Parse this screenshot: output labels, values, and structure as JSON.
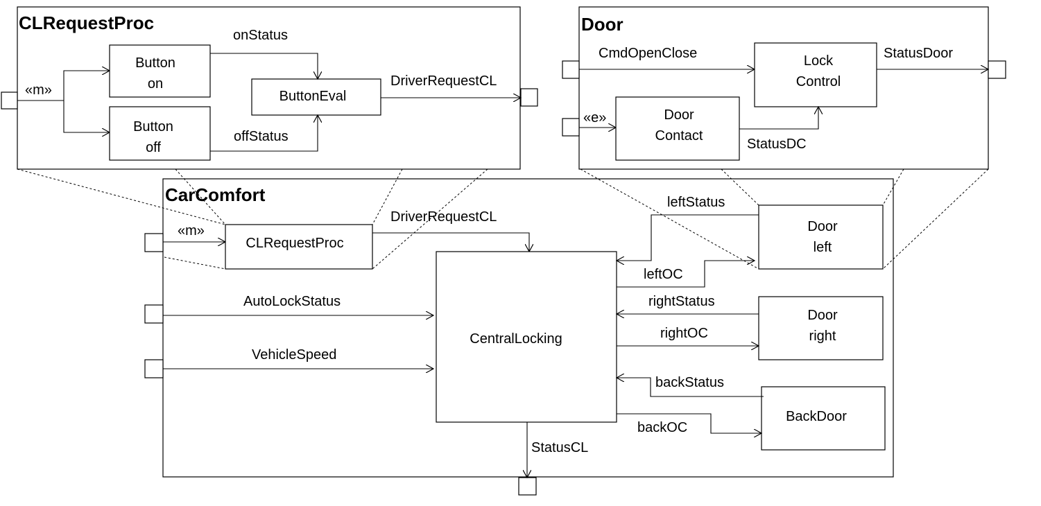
{
  "modules": {
    "clrequestproc": {
      "title": "CLRequestProc",
      "stereotype": "«m»",
      "button_on": [
        "Button",
        "on"
      ],
      "button_off": [
        "Button",
        "off"
      ],
      "button_eval": "ButtonEval",
      "on_status": "onStatus",
      "off_status": "offStatus",
      "output": "DriverRequestCL"
    },
    "door": {
      "title": "Door",
      "stereotype": "«e»",
      "cmd": "CmdOpenClose",
      "lock_control": [
        "Lock",
        "Control"
      ],
      "door_contact": [
        "Door",
        "Contact"
      ],
      "status_dc": "StatusDC",
      "status_door": "StatusDoor"
    },
    "carcomfort": {
      "title": "CarComfort",
      "stereotype": "«m»",
      "clrequestproc": "CLRequestProc",
      "driver_request": "DriverRequestCL",
      "central_locking": "CentralLocking",
      "auto_lock_status": "AutoLockStatus",
      "vehicle_speed": "VehicleSpeed",
      "status_cl": "StatusCL",
      "door_left": [
        "Door",
        "left"
      ],
      "door_right": [
        "Door",
        "right"
      ],
      "back_door": "BackDoor",
      "left_status": "leftStatus",
      "left_oc": "leftOC",
      "right_status": "rightStatus",
      "right_oc": "rightOC",
      "back_status": "backStatus",
      "back_oc": "backOC"
    }
  }
}
